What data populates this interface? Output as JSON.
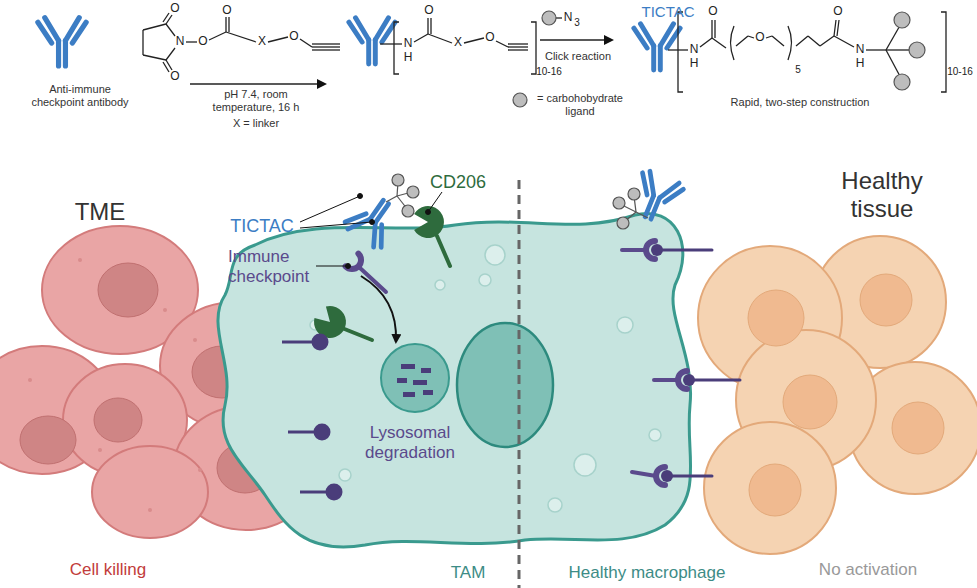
{
  "diagram": {
    "nodes": [
      {
        "text": [
          "TAM",
          "Healthy macrophage"
        ]
      },
      {
        "text": [
          "Immune checkpoint"
        ]
      },
      {
        "text": [
          "Lysosomal degradation"
        ],
        "in": 0
      }
    ],
    "edges": [
      {
        "from": 1,
        "to": 2,
        "arrow": "to"
      }
    ],
    "labels": [
      "TICTAC",
      "Anti-immune checkpoint antibody",
      "O",
      "O",
      "N",
      "O",
      "O",
      "X",
      "O",
      "pH 7.4, room temperature, 16 h",
      "X = linker",
      "N",
      "H",
      "O",
      "X",
      "O",
      "10-16",
      "N",
      "3",
      "Click reaction",
      "= carbohobydrate ligand",
      "N",
      "H",
      "O",
      "O",
      "5",
      "O",
      "N",
      "H",
      "10-16",
      "Rapid, two-step construction",
      "TICTAC",
      "CD206",
      "TME",
      "Healthy tissue",
      "Cell killing",
      "No activation"
    ]
  }
}
